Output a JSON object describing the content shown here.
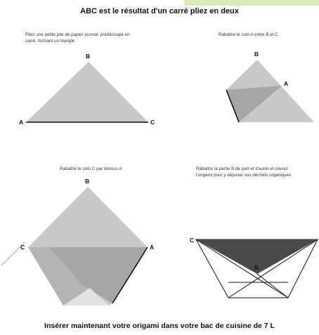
{
  "title": "ABC est le résultat d'un carré pliez en deux",
  "footer": "Insérer maintenant votre origami dans votre bac de cuisine de 7 L",
  "steps": [
    {
      "caption": [
        "Pliez une petite pile de papier journal, prédécoupé en",
        "carré, formant un triangle"
      ],
      "labels": {
        "a": "A",
        "b": "B",
        "c": "C"
      }
    },
    {
      "caption": [
        "Rabattre le coin A entre B et C"
      ],
      "labels": {
        "a": "A",
        "b": "B"
      }
    },
    {
      "caption": [
        "Rabattre le coin C par dessus A"
      ],
      "labels": {
        "a": "A",
        "b": "B",
        "c": "C"
      }
    },
    {
      "caption": [
        "Rabattre la partie B de part et d'autre et ouvrez",
        "l'origami pour y déposer vos déchets organiques"
      ],
      "labels": {
        "b": "B",
        "c": "C"
      }
    }
  ],
  "colors": {
    "light": "#c8c8c8",
    "mid": "#a6a6a6",
    "dark": "#4a4a4a",
    "accent": "#d9ecb8"
  }
}
